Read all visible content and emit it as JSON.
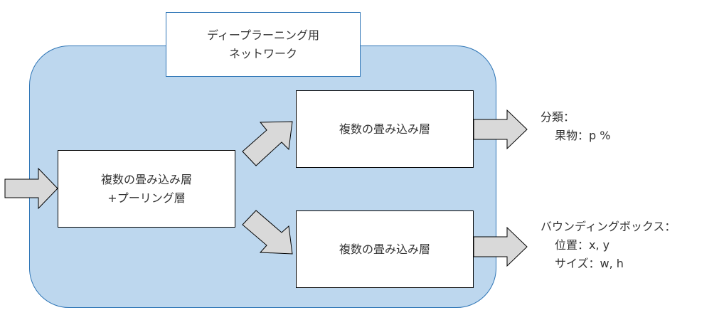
{
  "title_box": {
    "line1": "ディープラーニング用",
    "line2": "ネットワーク"
  },
  "left_box": {
    "line1": "複数の畳み込み層",
    "line2": "+プーリング層"
  },
  "top_box": {
    "label": "複数の畳み込み層"
  },
  "bottom_box": {
    "label": "複数の畳み込み層"
  },
  "output_top": {
    "line1": "分類：",
    "line2": "果物：p %"
  },
  "output_bottom": {
    "line1": "バウンディングボックス：",
    "line2": "位置：x, y",
    "line3": "サイズ：w, h"
  },
  "colors": {
    "container_fill": "#bdd7ee",
    "container_border": "#2e75b6",
    "arrow_fill": "#d9d9d9",
    "arrow_stroke": "#000000"
  }
}
